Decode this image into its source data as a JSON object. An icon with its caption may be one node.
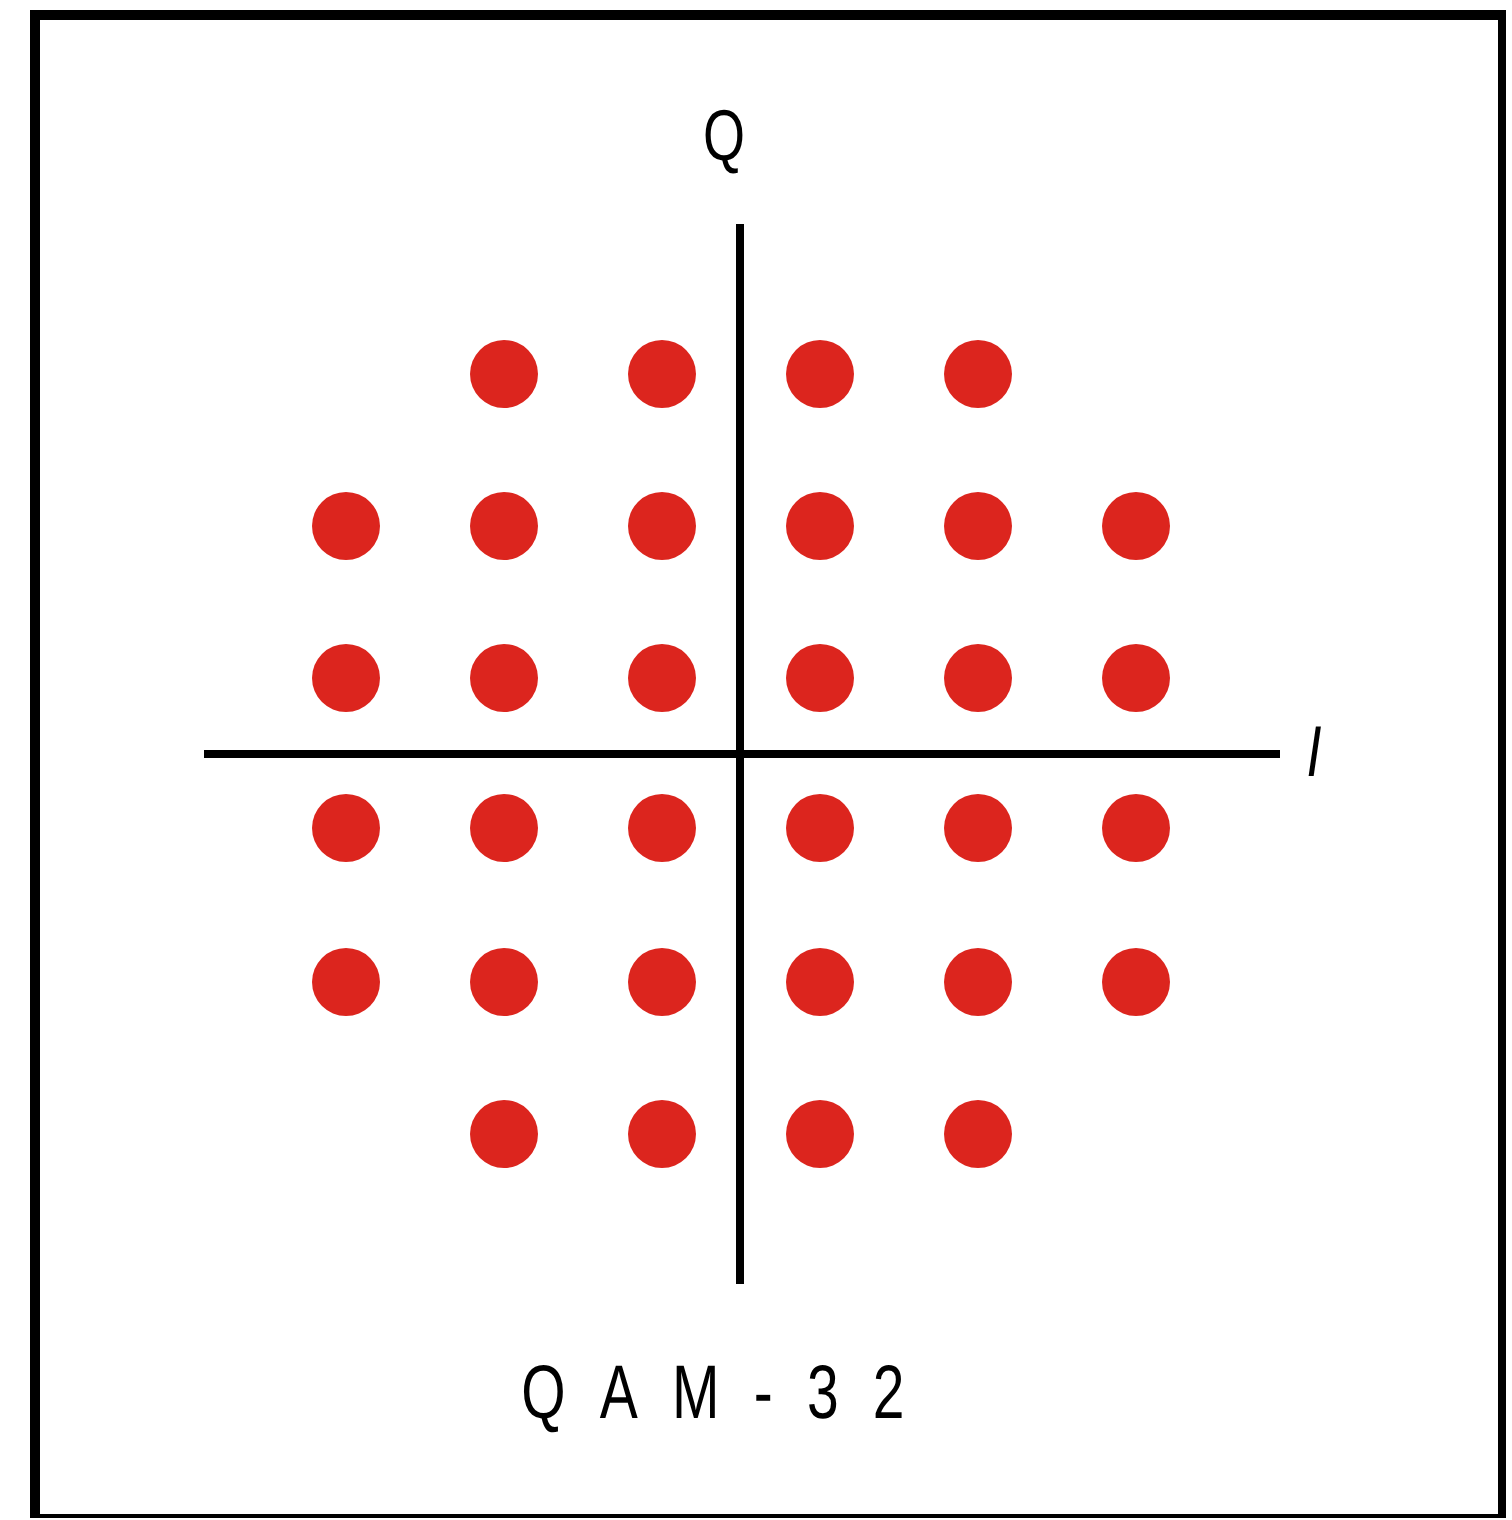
{
  "diagram": {
    "caption": "QAM-32",
    "labels": [
      "Q",
      "I"
    ]
  }
}
